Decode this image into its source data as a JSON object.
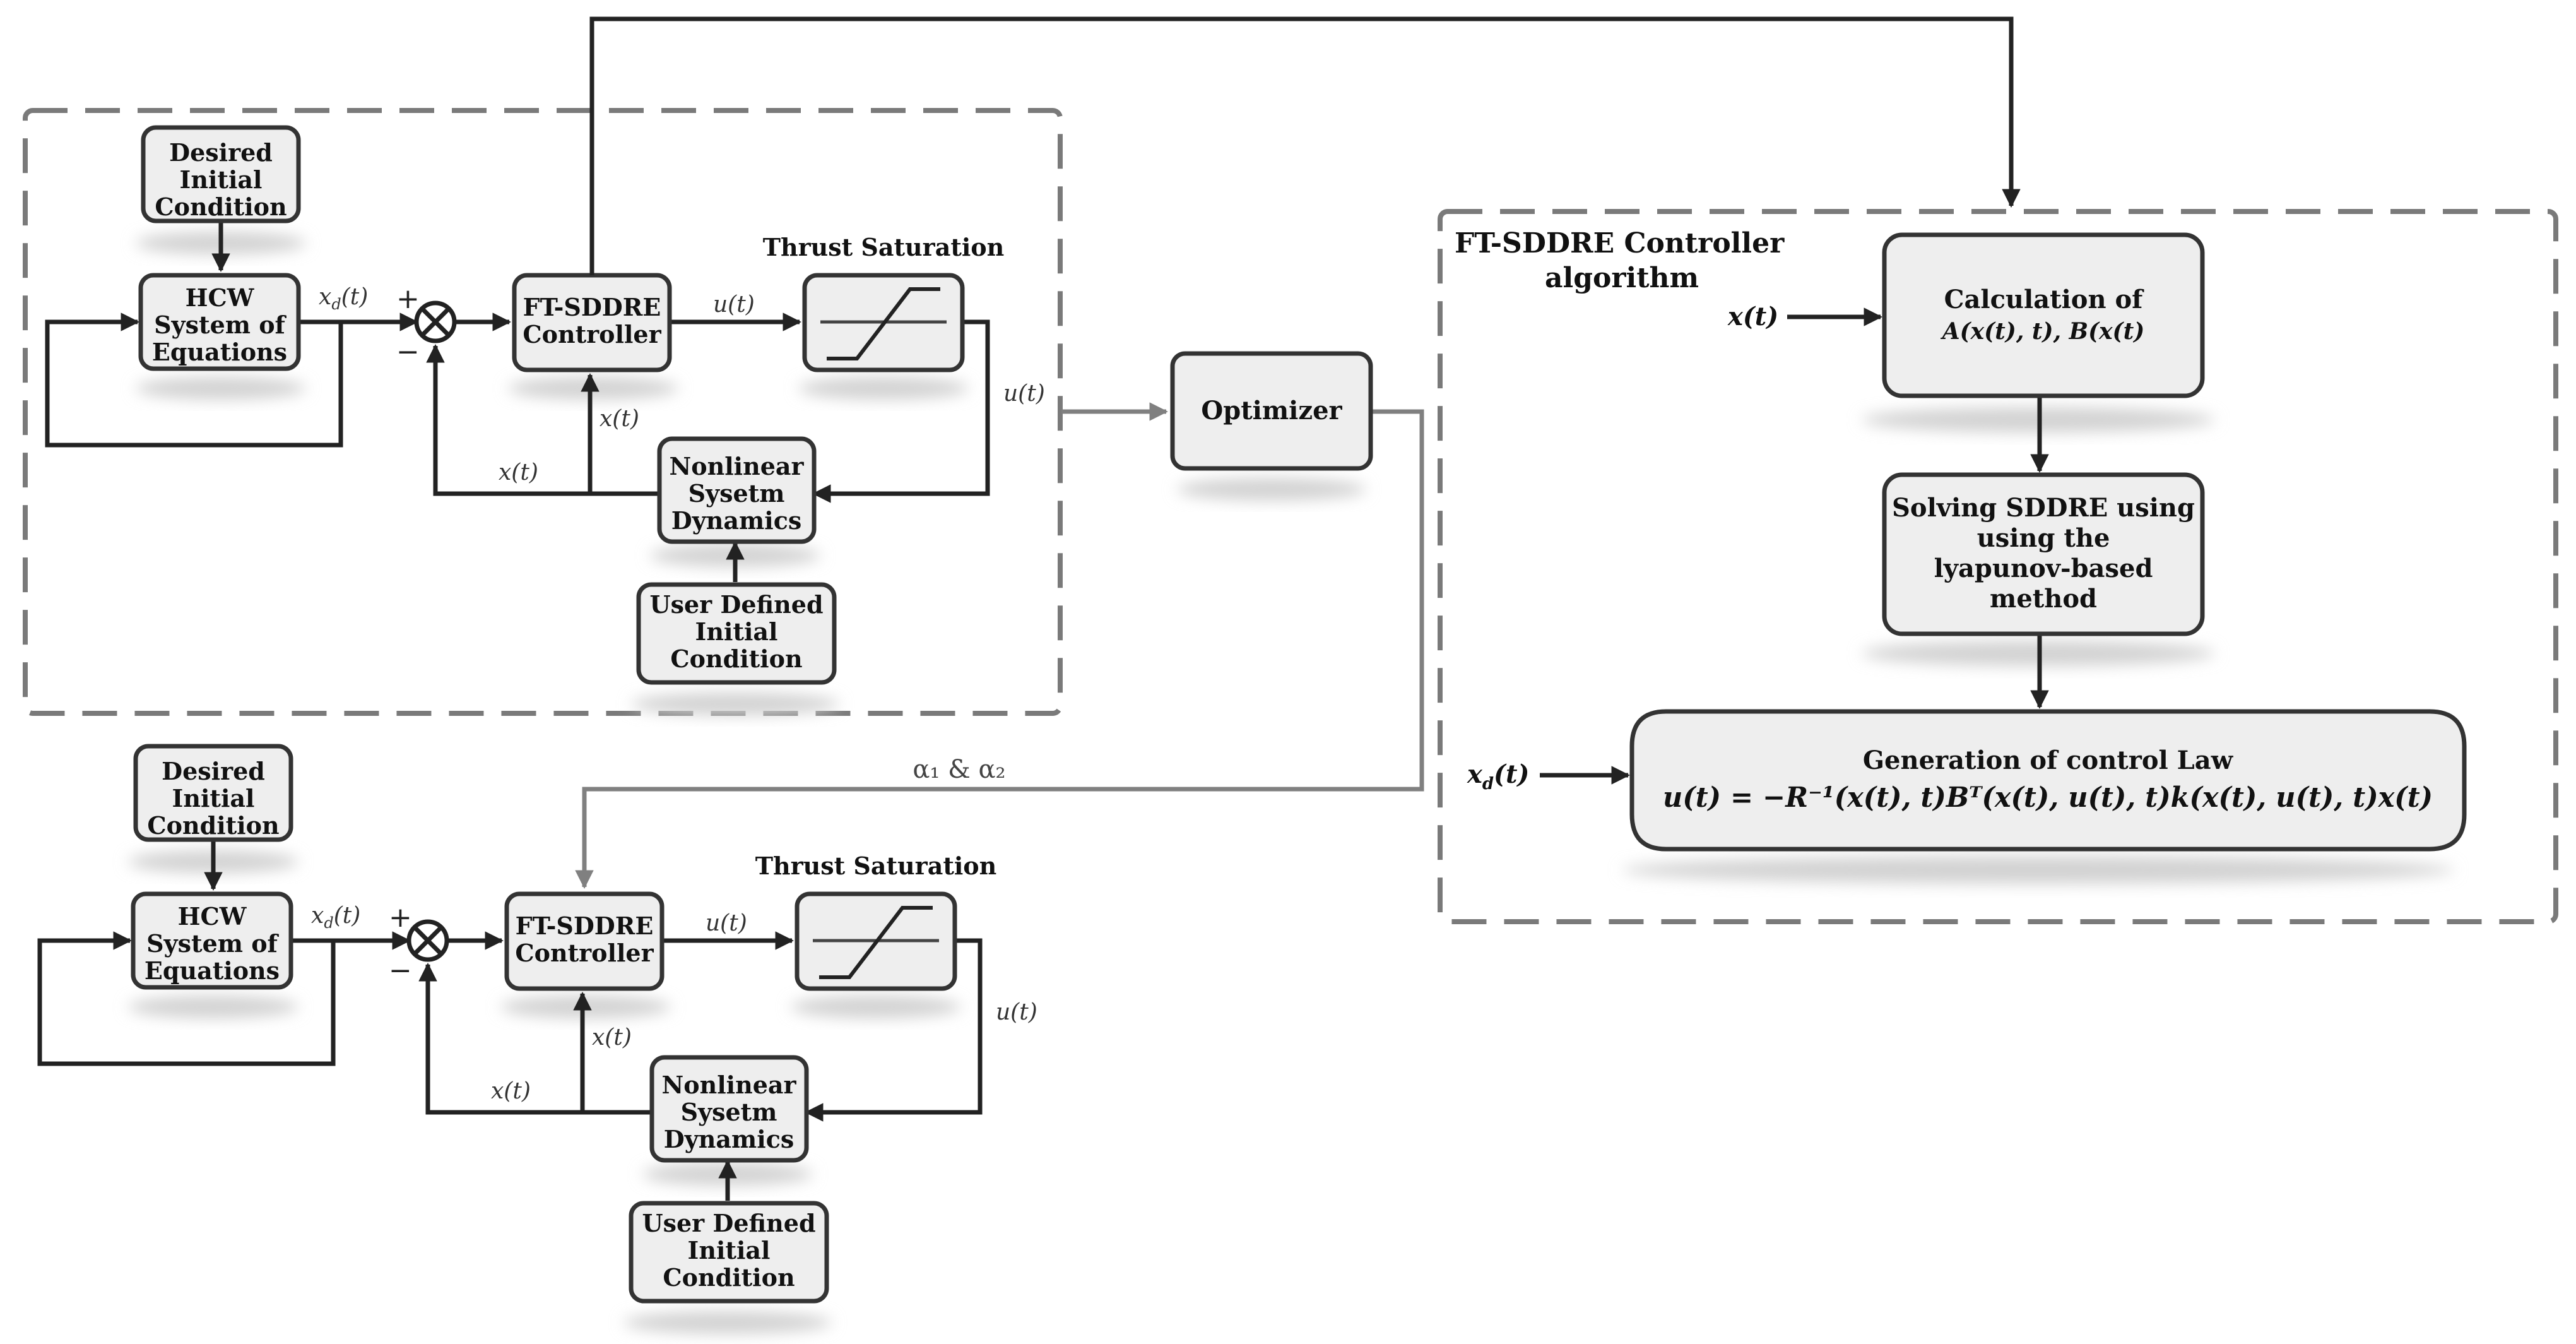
{
  "top_loop": {
    "desired": [
      "Desired",
      "Initial",
      "Condition"
    ],
    "hcw": [
      "HCW",
      "System of",
      "Equations"
    ],
    "ft_sddre": [
      "FT-SDDRE",
      "Controller"
    ],
    "thrust_title": "Thrust Saturation",
    "nonlinear": [
      "Nonlinear",
      "Sysetm",
      "Dynamics"
    ],
    "user_defined": [
      "User Defined",
      "Initial",
      "Condition"
    ],
    "xd": "x",
    "xd_sub": "d",
    "xd_arg": "(t)",
    "u1": "u(t)",
    "u2": "u(t)",
    "x1": "x(t)",
    "x2": "x(t)",
    "plus": "+",
    "minus": "−"
  },
  "bottom_loop": {
    "desired": [
      "Desired",
      "Initial",
      "Condition"
    ],
    "hcw": [
      "HCW",
      "System of",
      "Equations"
    ],
    "ft_sddre": [
      "FT-SDDRE",
      "Controller"
    ],
    "thrust_title": "Thrust Saturation",
    "nonlinear": [
      "Nonlinear",
      "Sysetm",
      "Dynamics"
    ],
    "user_defined": [
      "User Defined",
      "Initial",
      "Condition"
    ],
    "xd": "x",
    "xd_sub": "d",
    "xd_arg": "(t)",
    "u1": "u(t)",
    "u2": "u(t)",
    "x1": "x(t)",
    "x2": "x(t)",
    "plus": "+",
    "minus": "−"
  },
  "optimizer": {
    "label": "Optimizer",
    "alpha_label": "α₁ & α₂"
  },
  "algorithm": {
    "title": [
      "FT-SDDRE Controller",
      "algorithm"
    ],
    "x_input": "x(t)",
    "xd_input": "x",
    "xd_input_sub": "d",
    "xd_input_arg": "(t)",
    "calc": [
      "Calculation of",
      "A(x(t), t), B(x(t)"
    ],
    "solve": [
      "Solving SDDRE using",
      "using the",
      "lyapunov-based",
      "method"
    ],
    "gen_title": "Generation of control Law",
    "gen_eq": "u(t) = −R⁻¹(x(t), t)Bᵀ(x(t), u(t), t)k(x(t), u(t), t)x(t)"
  },
  "colors": {
    "block_fill": "#eeeeee",
    "block_stroke": "#333333",
    "dashed_frame": "#7a7a7a",
    "gray_wire": "#808080"
  }
}
